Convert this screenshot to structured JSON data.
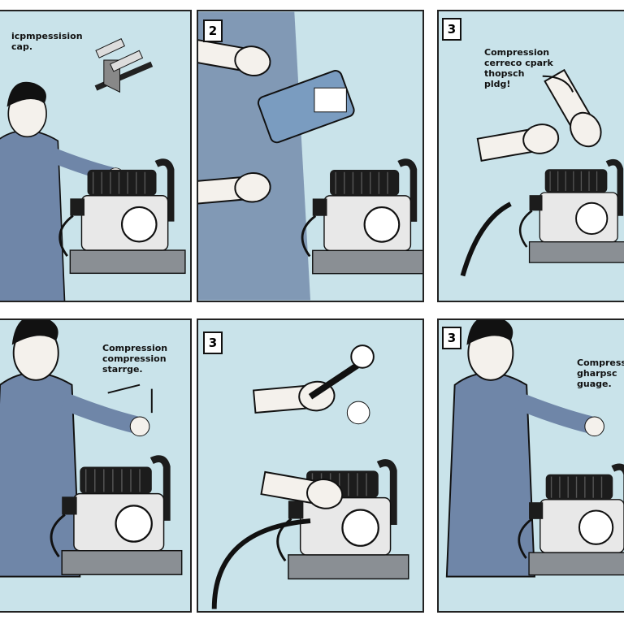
{
  "panels": [
    {
      "number": "",
      "caption": "icpmpessision\ncap."
    },
    {
      "number": "2",
      "caption": ""
    },
    {
      "number": "3",
      "caption": "Compression\ncerreco cpark\nthopsch\npldg!"
    },
    {
      "number": "",
      "caption": "Compression\ncompression\nstarrge."
    },
    {
      "number": "3",
      "caption": ""
    },
    {
      "number": "3",
      "caption": "Compress\ngharpsc\nguage."
    }
  ],
  "colors": {
    "background": "#c9e3ea",
    "shirt": "#6f86a8",
    "engine": "#1c1c1c",
    "skin": "#f4f1ec"
  }
}
